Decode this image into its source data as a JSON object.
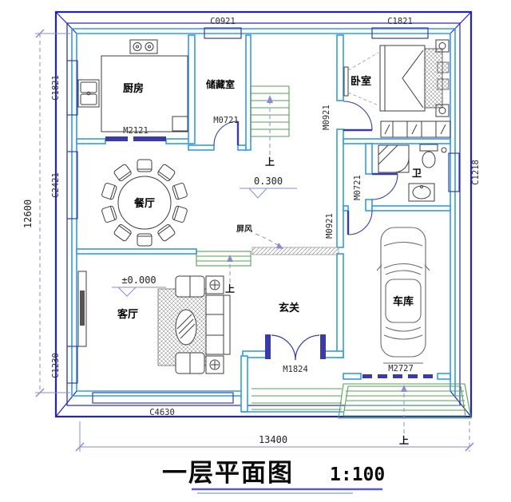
{
  "title": {
    "main": "一层平面图",
    "scale": "1:100"
  },
  "overall_dimensions": {
    "width_mm": "13400",
    "height_mm": "12600"
  },
  "rooms": {
    "kitchen": "厨房",
    "storage": "储藏室",
    "bedroom": "卧室",
    "dining": "餐厅",
    "bath": "卫",
    "living": "客厅",
    "entry": "玄关",
    "garage": "车库"
  },
  "windows": {
    "top_small": "C0921",
    "top_bedroom": "C1821",
    "left_kitchen": "C1821",
    "left_dining": "C2421",
    "left_living": "C1230",
    "bottom_living": "C4630",
    "right_bath": "C1218"
  },
  "doors": {
    "kitchen": "M2121",
    "storage": "M0721",
    "bedroom": "M0921",
    "bath": "M0721",
    "garage_inner": "M0921",
    "entry": "M1824",
    "garage_main": "M2727"
  },
  "elevations": {
    "dining": "0.300",
    "living": "±0.000"
  },
  "annotations": {
    "stairs_up": "上",
    "steps_up": "上",
    "ramp_up": "上",
    "screen": "屏风"
  },
  "colors": {
    "wall_light": "#2e9bf2",
    "wall_dark": "#2121cc",
    "frame_navy": "#3a3aad",
    "dimension_purple": "#8a8ad9",
    "stair_green": "#55a055",
    "ink": "#1a1a1a"
  }
}
